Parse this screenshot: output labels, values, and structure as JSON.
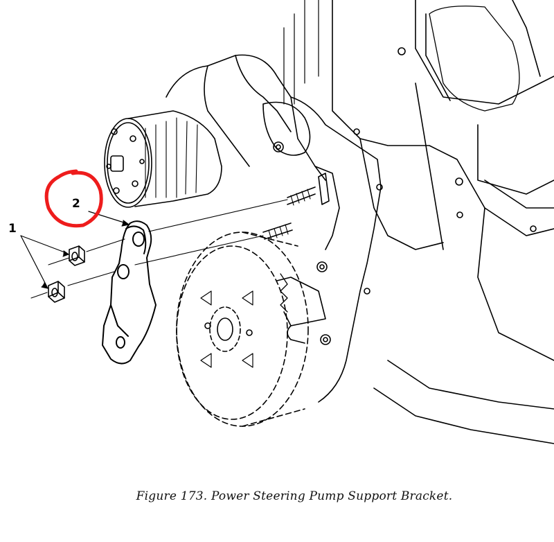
{
  "caption": "Figure 173.  Power Steering Pump Support Bracket.",
  "callouts": {
    "one": "1",
    "two": "2"
  },
  "colors": {
    "line": "#000000",
    "highlight": "#ee1c1c",
    "background": "#ffffff"
  }
}
